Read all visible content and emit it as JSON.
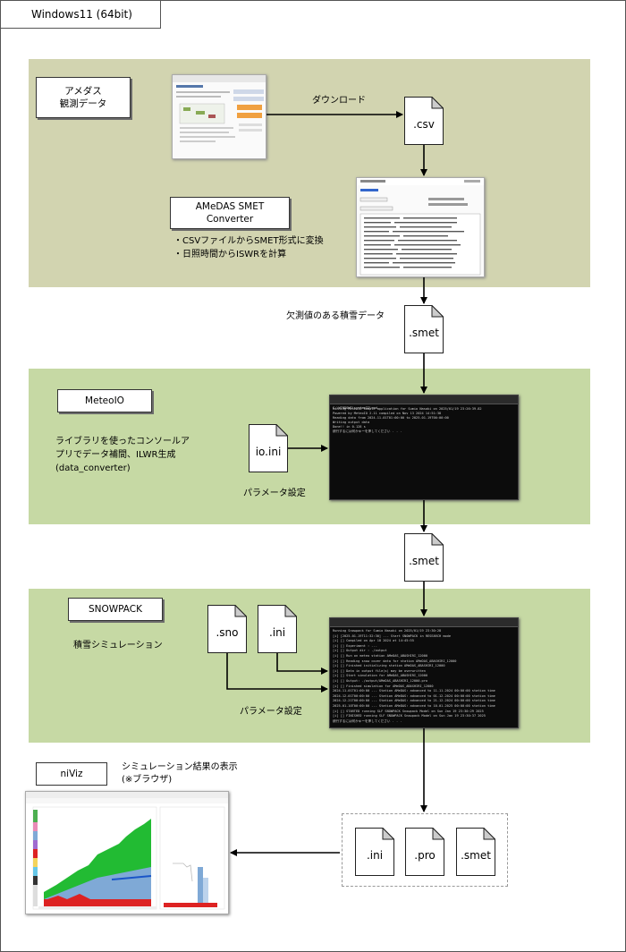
{
  "os_label": "Windows11 (64bit)",
  "amedas": {
    "title_line1": "アメダス",
    "title_line2": "観測データ",
    "download_label": "ダウンロード",
    "csv_label": ".csv",
    "converter_line1": "AMeDAS SMET",
    "converter_line2": "Converter",
    "bullet1": "・CSVファイルからSMET形式に変換",
    "bullet2": "・日照時間からISWRを計算"
  },
  "smet1": {
    "caption": "欠測値のある積雪データ",
    "label": ".smet"
  },
  "meteoio": {
    "title": "MeteoIO",
    "desc_line1": "ライブラリを使ったコンソールア",
    "desc_line2": "プリでデータ補間、ILWR生成",
    "desc_line3": "(data_converter)",
    "ini_label": "io.ini",
    "param_label": "パラメータ設定",
    "console_title": "C:\\WINDOWS\\system32\\cmd.",
    "console_lines": [
      "Running MeteoIO sample application for Sumio Nasaki on 2025/01/19 23:26:39.82",
      "Powered by MeteoIO 2.11 compiled on Nov 13 2024 14:51:38",
      "Reading data from 2024-11-01T01:00:00 to 2025-01-19T00:00:00",
      "Writing output data",
      "Done!! in 0.128 s",
      "続行するには何かキーを押してください . . ."
    ]
  },
  "smet2": {
    "label": ".smet"
  },
  "snowpack": {
    "title": "SNOWPACK",
    "desc": "積雪シミュレーション",
    "sno_label": ".sno",
    "ini_label": ".ini",
    "param_label": "パラメータ設定",
    "console_lines": [
      "Running Snowpack for Sumio Nasaki on 2025/01/19 23:30:28",
      "[i] [2025-01-19T11:32:30] --- Start SNOWPACK in RESEARCH mode",
      "[i] []      Compiled on Apr 18 2024 at 14:45:55",
      "[i] []      Experiment : ---",
      "[i] []      Output dir : ./output",
      "[i] []      Run on meteo station AMeDAS_ABASHIRI_12000",
      "[i] []      Reading snow cover data for station AMeDAS_ABASHIRI_12000",
      "[i] []      Finished initializing station AMeDAS_ABASHIRI_12000",
      "[i] []      Data in output file(s) may be overwritten",
      "[i] []      Start simulation for AMeDAS_ABASHIRI_12000",
      "[i] []      Output: ./output/AMeDAS_ABASHIRI_12000.pro",
      "[i] []      Finished simulation for AMeDAS_ABASHIRI_12000",
      "2024-11-01T01:00:00 --- Station AMeDAS: advanced to 11.11.2024 00:00:00 station time",
      "2024-12-01T00:00:00 --- Station AMeDAS: advanced to 01.12.2024 00:00:00 station time",
      "2024-12-21T00:00:00 --- Station AMeDAS: advanced to 21.12.2024 00:00:00 station time",
      "2025-01-10T00:00:00 --- Station AMeDAS: advanced to 10.01.2025 00:00:00 station time",
      "[i] []      STARTED  running SLF SNOWPACK Snowpack Model on Sun Jan 19 23:30:29 2025",
      "[i] []      FINISHED running SLF SNOWPACK Snowpack Model on Sun Jan 19 23:30:37 2025",
      "続行するには何かキーを押してください . . ."
    ]
  },
  "niviz": {
    "title": "niViz",
    "desc_line1": "シミュレーション結果の表示",
    "desc_line2": "(※ブラウザ)"
  },
  "outputs": [
    ".ini",
    ".pro",
    ".smet"
  ],
  "colors": {
    "section_tan": "#d2d4b0",
    "section_green": "#c6d9a4",
    "snow_green": "#22bb33",
    "snow_red": "#dd2222",
    "snow_blue": "#7fa9d6"
  }
}
